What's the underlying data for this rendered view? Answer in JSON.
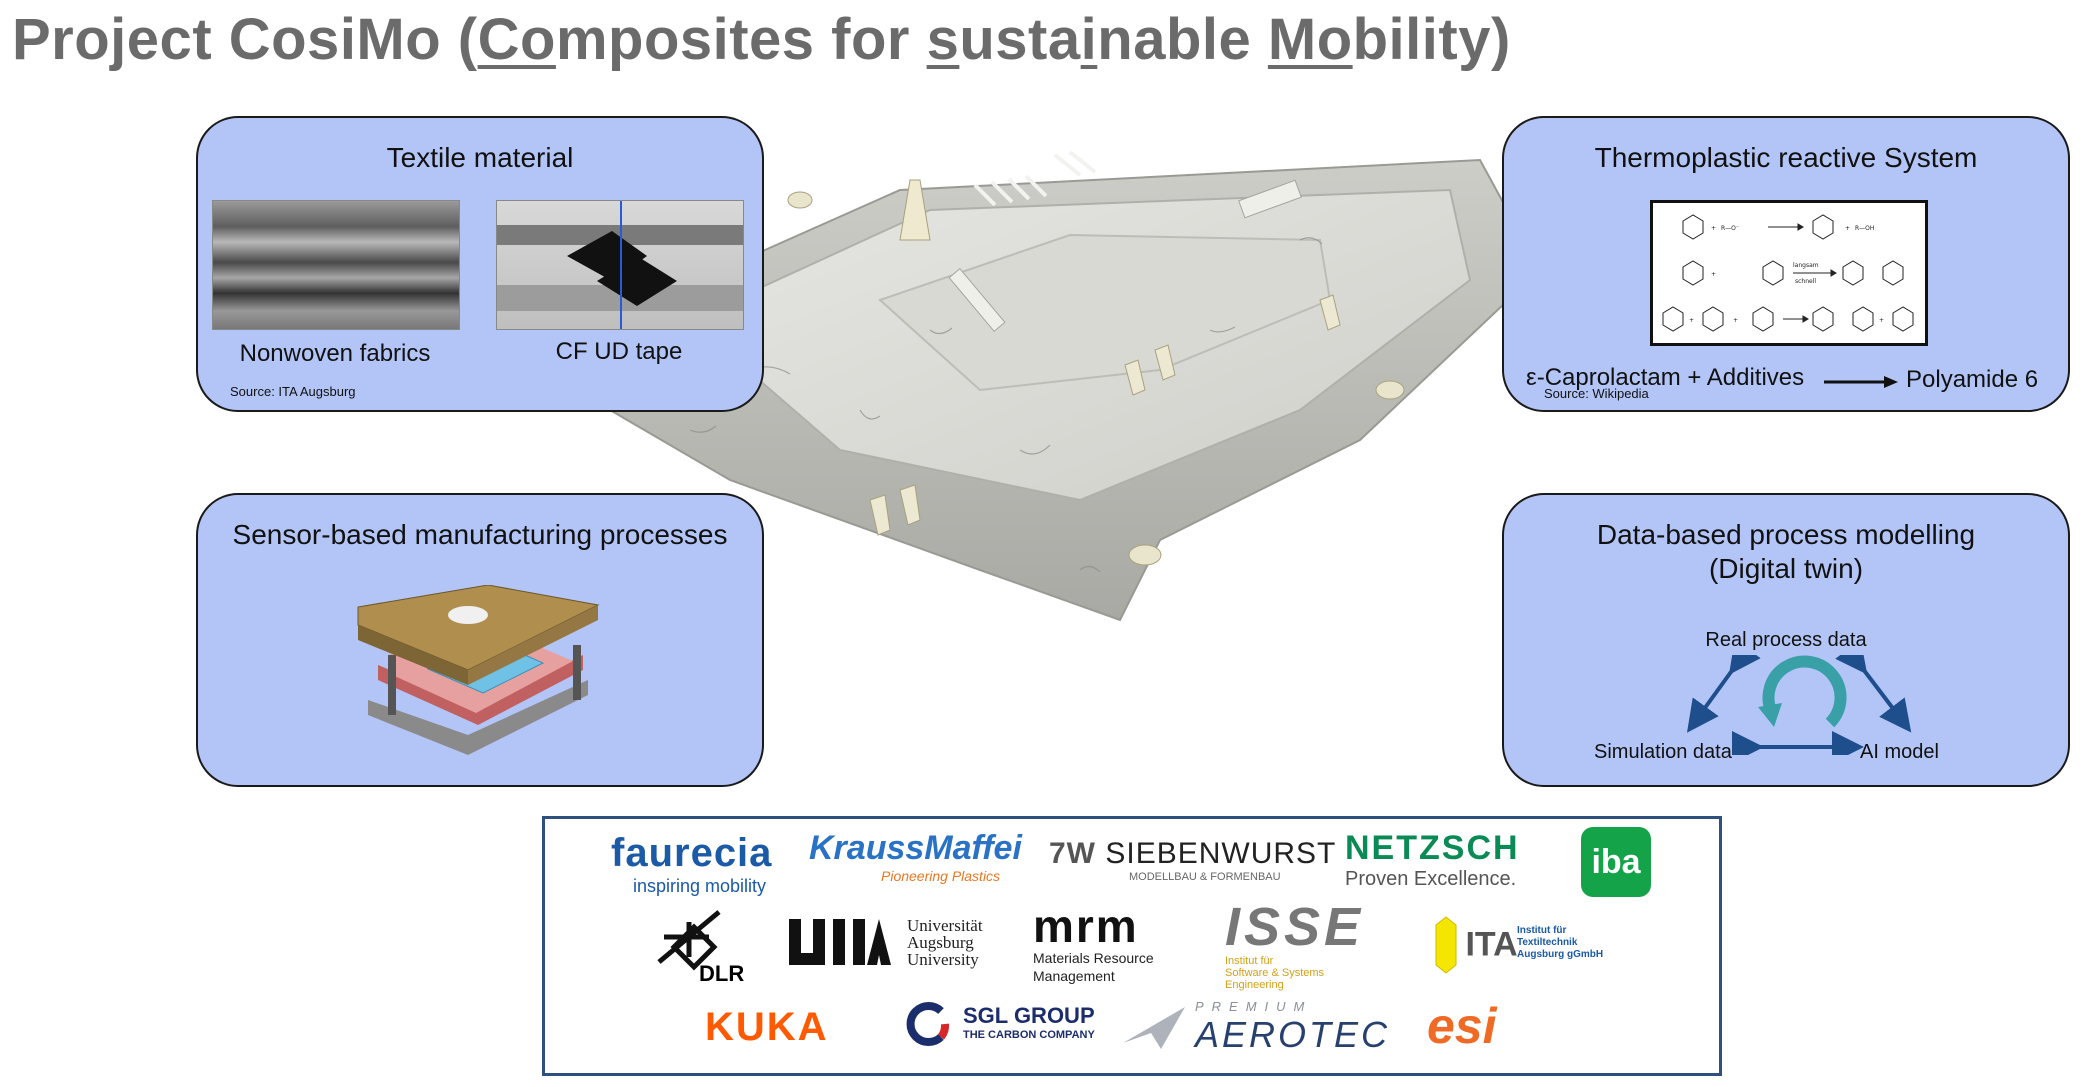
{
  "title": {
    "parts": [
      {
        "text": "Project CosiMo (",
        "u": false
      },
      {
        "text": "Co",
        "u": true
      },
      {
        "text": "mposites for ",
        "u": false
      },
      {
        "text": "s",
        "u": true
      },
      {
        "text": "usta",
        "u": false
      },
      {
        "text": "i",
        "u": true
      },
      {
        "text": "nable ",
        "u": false
      },
      {
        "text": "Mo",
        "u": true
      },
      {
        "text": "bility)",
        "u": false
      }
    ]
  },
  "textile": {
    "title": "Textile material",
    "caption_left": "Nonwoven fabrics",
    "caption_right": "CF UD tape",
    "source": "Source: ITA Augsburg"
  },
  "thermo": {
    "title": "Thermoplastic reactive System",
    "reactant": "ε-Caprolactam + Additives",
    "product": "Polyamide 6",
    "source": "Source: Wikipedia"
  },
  "sensor": {
    "title": "Sensor-based manufacturing processes"
  },
  "digital": {
    "title_line1": "Data-based process modelling",
    "title_line2": "(Digital twin)",
    "node_top": "Real process data",
    "node_left": "Simulation data",
    "node_right": "AI model"
  },
  "partners": {
    "faurecia": {
      "name": "faurecia",
      "tagline": "inspiring mobility"
    },
    "kraussmaffei": {
      "name": "KraussMaffei",
      "tagline": "Pioneering Plastics"
    },
    "siebenwurst": {
      "name": "SIEBENWURST",
      "tagline": "MODELLBAU & FORMENBAU"
    },
    "netzsch": {
      "name": "NETZSCH",
      "tagline": "Proven Excellence."
    },
    "iba": {
      "name": "iba"
    },
    "dlr": {
      "name": "DLR"
    },
    "uni": {
      "line1": "Universität",
      "line2": "Augsburg",
      "line3": "University"
    },
    "mrm": {
      "name": "mrm",
      "line1": "Materials Resource",
      "line2": "Management"
    },
    "isse": {
      "name": "ISSE",
      "line1": "Institut für",
      "line2": "Software & Systems",
      "line3": "Engineering"
    },
    "ita": {
      "name": "ITA",
      "line1": "Institut für",
      "line2": "Textiltechnik",
      "line3": "Augsburg gGmbH"
    },
    "kuka": {
      "name": "KUKA"
    },
    "sgl": {
      "name": "SGL GROUP",
      "tagline": "THE CARBON COMPANY"
    },
    "aerotec": {
      "name": "AEROTEC",
      "prefix": "PREMIUM"
    },
    "esi": {
      "name": "esi"
    }
  },
  "colors": {
    "box_fill": "#b3c5f7",
    "title_gray": "#6b6b6b",
    "arrow_blue": "#1f4e8c",
    "cycle_teal": "#3aa0a8",
    "faurecia_blue": "#1a5aa6",
    "kraussmaffei_blue": "#2a72c6",
    "kraussmaffei_orange": "#e87722",
    "netzsch_green": "#0a8a55",
    "iba_green": "#15a34a",
    "kuka_orange": "#ff5a00",
    "sgl_navy": "#1b2d6b",
    "esi_orange": "#ef6a24",
    "ita_yellow": "#f4e600"
  }
}
